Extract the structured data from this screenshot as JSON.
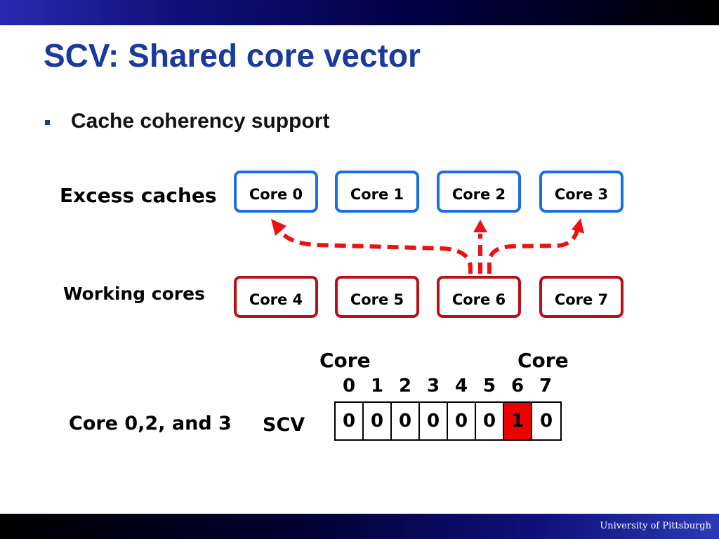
{
  "slide": {
    "title": "SCV: Shared core vector",
    "bullet": "Cache coherency support",
    "footer": "University of Pittsburgh"
  },
  "diagram": {
    "excess_label": "Excess caches",
    "working_label": "Working cores",
    "excess_cores": [
      "Core 0",
      "Core 1",
      "Core 2",
      "Core 3"
    ],
    "working_cores": [
      "Core 4",
      "Core 5",
      "Core 6",
      "Core 7"
    ],
    "colors": {
      "excess_border": "#1a6fe6",
      "working_border": "#b81016",
      "arrow": "#ee1111",
      "set_bit": "#ee0000"
    }
  },
  "scv": {
    "header_left": "Core",
    "header_right": "Core",
    "indices": [
      "0",
      "1",
      "2",
      "3",
      "4",
      "5",
      "6",
      "7"
    ],
    "bits": [
      "0",
      "0",
      "0",
      "0",
      "0",
      "0",
      "1",
      "0"
    ],
    "left_label": "Core 0,2, and 3",
    "label": "SCV"
  }
}
